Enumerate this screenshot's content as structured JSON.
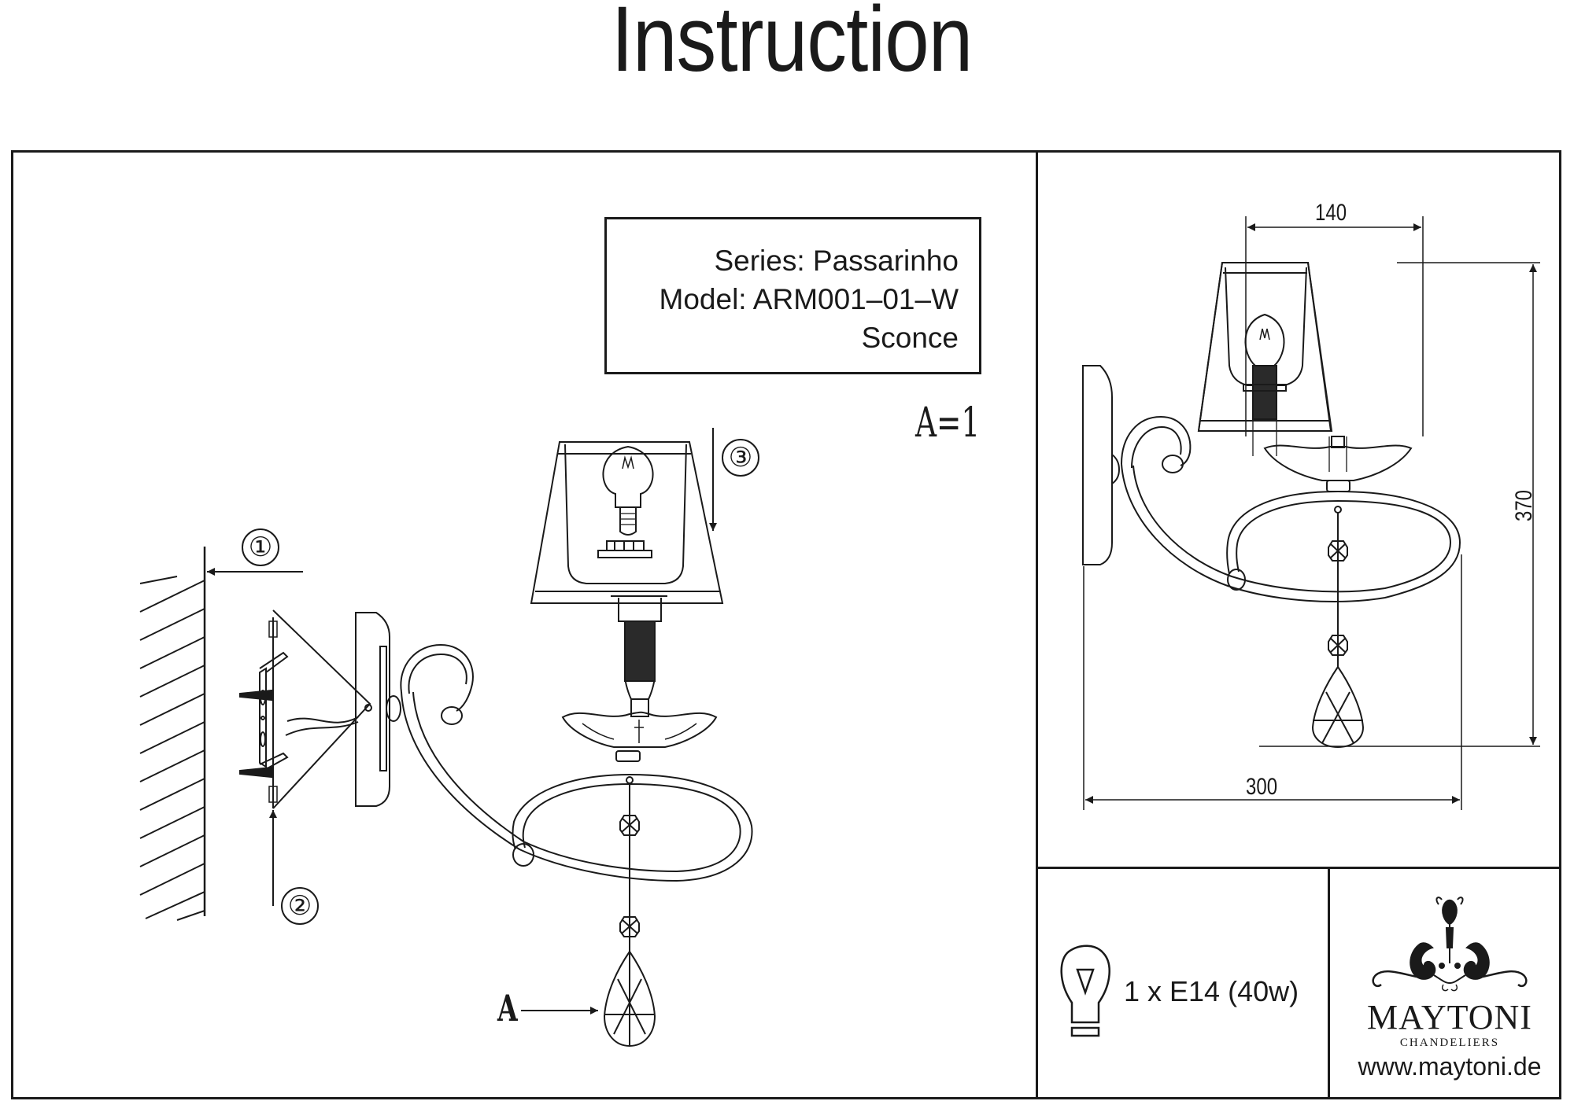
{
  "document": {
    "title": "Instruction"
  },
  "product": {
    "series": "Series: Passarinho",
    "model": "Model: ARM001–01–W",
    "type": "Sconce"
  },
  "assembly": {
    "parts_legend": "A=1",
    "part_label": "A",
    "steps": [
      {
        "label": "①",
        "description": "wall"
      },
      {
        "label": "②",
        "description": "mounting bracket"
      },
      {
        "label": "③",
        "description": "lamp shade"
      }
    ]
  },
  "dimensions": {
    "unit": "mm",
    "shade_width": "140",
    "height": "370",
    "depth": "300"
  },
  "bulb": {
    "icon": "light-bulb-icon",
    "spec": "1 x E14 (40w)"
  },
  "brand": {
    "name": "MAYTONI",
    "tagline": "CHANDELIERS",
    "url": "www.maytoni.de",
    "logo_icon": "chandelier-ornament-icon"
  }
}
